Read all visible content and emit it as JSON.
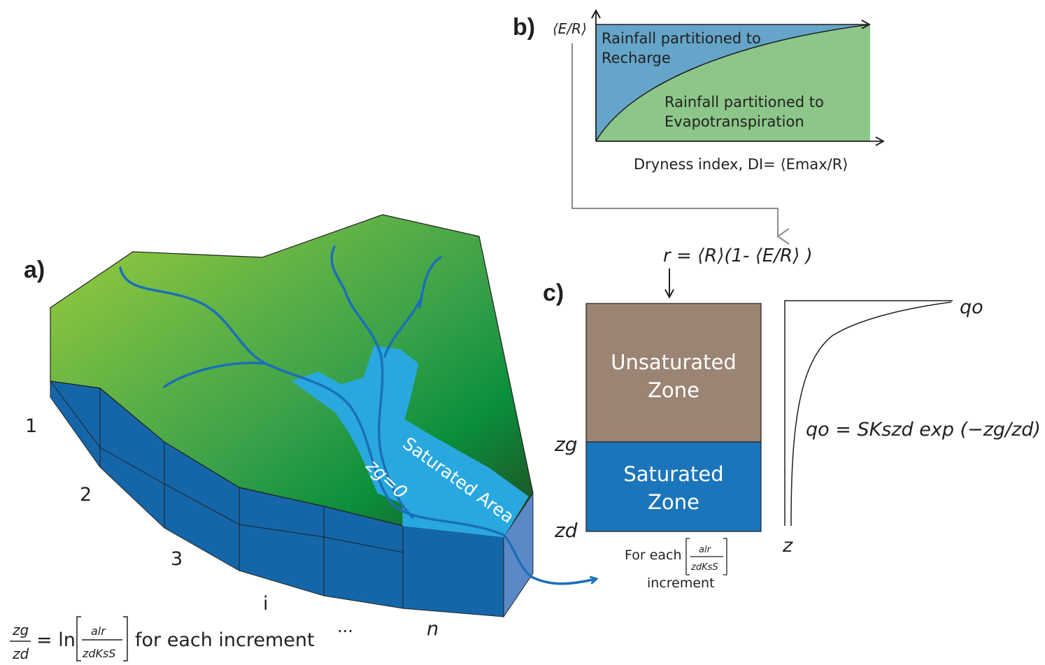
{
  "panels": {
    "a": "a)",
    "b": "b)",
    "c": "c)"
  },
  "panel_a": {
    "increments": [
      "1",
      "2",
      "3",
      "i",
      "...",
      "n"
    ],
    "saturated_area": "Saturated Area",
    "zg_zero": "zg=0",
    "equation": {
      "zg": "zg",
      "zd": "zd",
      "eq_ln": "= ln",
      "num": "alr",
      "den": "zdKsS",
      "suffix": "for each increment"
    }
  },
  "panel_b": {
    "y_label": "⟨E/R⟩",
    "recharge": [
      "Rainfall partitioned to",
      "Recharge"
    ],
    "evap": [
      "Rainfall partitioned to",
      "Evapotranspiration"
    ],
    "x_label": "Dryness index, DI= ⟨Emax/R⟩",
    "colors": {
      "recharge": "#64a5c9",
      "evap": "#8cc789"
    }
  },
  "panel_c": {
    "recharge_eq": "r = ⟨R⟩(1- ⟨E/R⟩ )",
    "unsat": [
      "Unsaturated",
      "Zone"
    ],
    "sat": [
      "Saturated",
      "Zone"
    ],
    "zg": "zg",
    "zd": "zd",
    "for_each": "For each",
    "increment": "increment",
    "frac_num": "alr",
    "frac_den": "zdKsS",
    "q0": "qo",
    "z": "z",
    "q_eq": "qo = SKszd exp (−zg/zd)",
    "colors": {
      "unsat": "#9b8474",
      "sat": "#1b75bb"
    }
  }
}
